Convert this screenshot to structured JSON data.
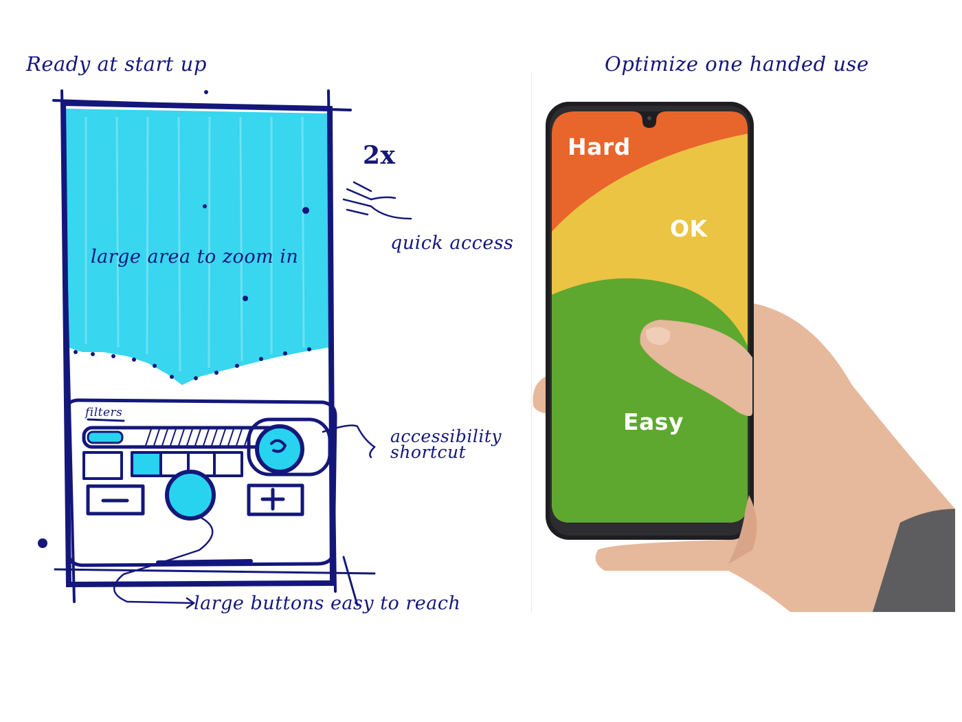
{
  "sketch": {
    "title": "Ready at start up",
    "labels": {
      "zoom_area": "large area to zoom in",
      "double_press": "2x",
      "quick_access": "quick access",
      "accessibility_line1": "accessibility",
      "accessibility_line2": "shortcut",
      "filters": "filters",
      "large_buttons": "large buttons easy to reach"
    },
    "colors": {
      "ink": "#14177a",
      "marker": "#27d3ee"
    }
  },
  "phone": {
    "title": "Optimize one handed use",
    "zones": [
      {
        "label": "Hard",
        "color": "#e8652c"
      },
      {
        "label": "OK",
        "color": "#ebc443"
      },
      {
        "label": "Easy",
        "color": "#5ea830"
      }
    ],
    "frame_color": "#1e1e22",
    "skin_color": "#e6b89c"
  }
}
